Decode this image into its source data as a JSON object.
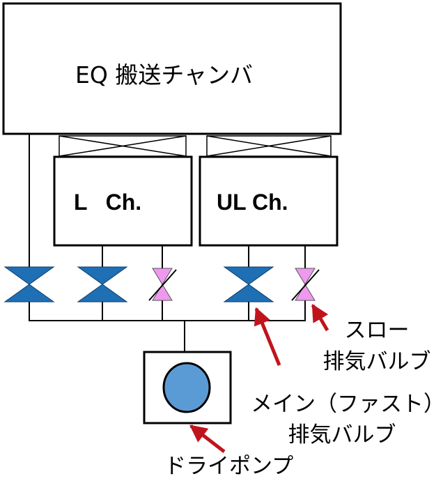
{
  "labels": {
    "eq_chamber": "EQ 搬送チャンバ",
    "l_chamber": "L   Ch.",
    "ul_chamber": "UL Ch.",
    "slow_valve_line1": "スロー",
    "slow_valve_line2": "排気バルブ",
    "main_valve_line1": "メイン（ファスト）",
    "main_valve_line2": "排気バルブ",
    "dry_pump": "ドライポンプ"
  },
  "colors": {
    "main_valve": "#1f6fb4",
    "slow_valve": "#ee99ee",
    "arrow": "#c0141c",
    "pump_circle": "#5b9bd5",
    "line": "#000000"
  }
}
